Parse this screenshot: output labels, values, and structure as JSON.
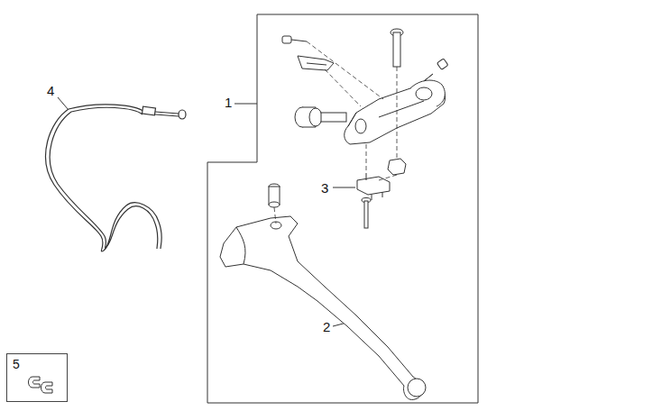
{
  "diagram": {
    "nodes": [
      {
        "text": [
          "5"
        ]
      }
    ],
    "labels": [
      "1",
      "2",
      "3",
      "4"
    ]
  }
}
